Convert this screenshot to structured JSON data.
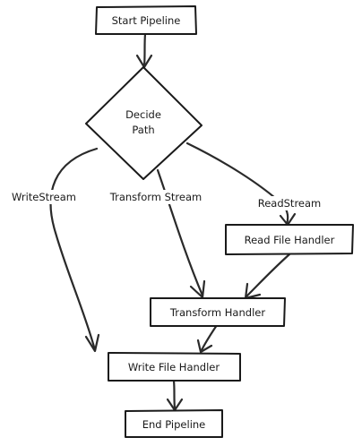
{
  "nodes": {
    "start": "Start Pipeline",
    "decide_line1": "Decide",
    "decide_line2": "Path",
    "read_handler": "Read File Handler",
    "transform_handler": "Transform Handler",
    "write_handler": "Write File Handler",
    "end": "End Pipeline"
  },
  "edges": {
    "write_stream": "WriteStream",
    "transform_stream": "Transform Stream",
    "read_stream": "ReadStream"
  }
}
